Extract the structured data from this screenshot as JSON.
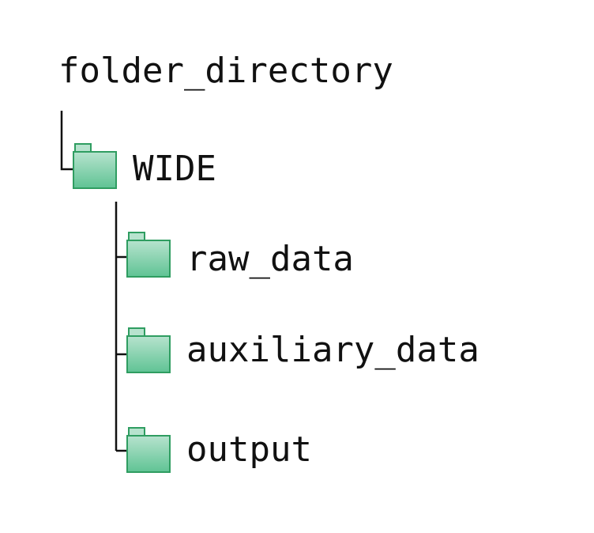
{
  "root": {
    "label": "folder_directory",
    "icon": "folder-icon"
  },
  "folders": [
    {
      "id": "wide",
      "label": "WIDE",
      "icon": "folder-icon",
      "children": [
        {
          "id": "raw_data",
          "label": "raw_data",
          "icon": "folder-icon"
        },
        {
          "id": "auxiliary_data",
          "label": "auxiliary_data",
          "icon": "folder-icon"
        },
        {
          "id": "output",
          "label": "output",
          "icon": "folder-icon"
        }
      ]
    }
  ],
  "colors": {
    "folder_fill_top": "#b7e3ce",
    "folder_fill_bottom": "#5fc394",
    "folder_stroke": "#2f9d61",
    "connector": "#111111",
    "text": "#111111"
  }
}
